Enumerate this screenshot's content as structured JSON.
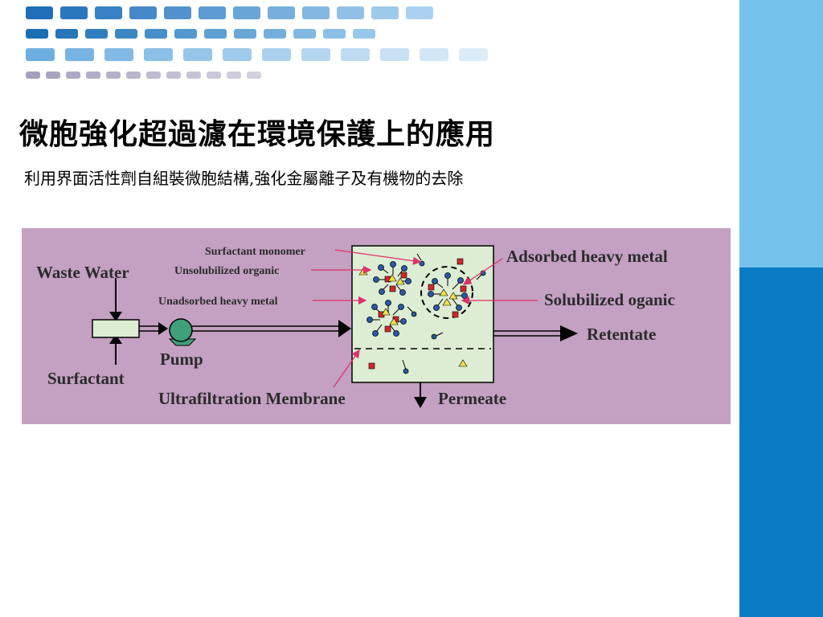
{
  "slide": {
    "title": "微胞強化超過濾在環境保護上的應用",
    "subtitle": "利用界面活性劑自組裝微胞結構,強化金屬離子及有機物的去除"
  },
  "diagram": {
    "labels": {
      "waste_water": "Waste Water",
      "surfactant": "Surfactant",
      "pump": "Pump",
      "surfactant_monomer": "Surfactant monomer",
      "unsolubilized_organic": "Unsolubilized organic",
      "unadsorbed_heavy_metal": "Unadsorbed heavy metal",
      "adsorbed_heavy_metal": "Adsorbed heavy metal",
      "solubilized_organic": "Solubilized oganic",
      "retentate": "Retentate",
      "ultrafiltration_membrane": "Ultrafiltration Membrane",
      "permeate": "Permeate"
    },
    "colors": {
      "background": "#c4a0c2",
      "tank": "#dcedd3",
      "pump": "#3fa07a",
      "mixer": "#dcedd3",
      "pointer_lines": "#e0306a",
      "micelle_head": "#2a5aa8",
      "heavy_metal": "#d0282a",
      "organic": "#f1e04a"
    }
  },
  "decor": {
    "accent_light": "#74c1ec",
    "accent_dark": "#0a7bc4"
  }
}
